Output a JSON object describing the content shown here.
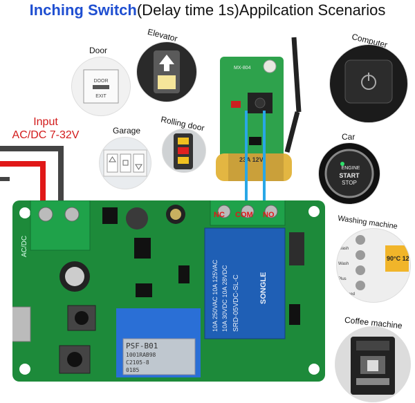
{
  "title": {
    "highlight": "Inching Switch",
    "rest": "(Delay time 1s)Appilcation Scenarios"
  },
  "input": {
    "line1": "Input",
    "line2": "AC/DC 7-32V"
  },
  "scenarios": {
    "door": "Door",
    "elevator": "Elevator",
    "garage": "Garage",
    "rolling_door": "Rolling door",
    "computer": "Computer",
    "car": "Car",
    "washing_machine": "Washing machine",
    "coffee_machine": "Coffee machine"
  },
  "door_plate": {
    "top": "DOOR",
    "bottom": "EXIT"
  },
  "car_button": {
    "l1": "ENGINE",
    "l2": "START",
    "l3": "STOP"
  },
  "remote": {
    "model": "MX-804",
    "battery": "23A 12V"
  },
  "terminals": {
    "nc": "NC",
    "com": "COM",
    "no": "NO"
  },
  "relay": {
    "brand": "SONGLE",
    "l1": "10A 250VAC 10A 125VAC",
    "l2": "10A 30VDC 10A 28VDC",
    "l3": "SRD-05VDC-SL-C"
  },
  "board": {
    "ac_dc": "AC/DC",
    "module": "PSF-B01",
    "module_l2": "1001RAB98",
    "module_l3": "C2105-8",
    "module_l4": "0185"
  },
  "washing_display": "90°C 12",
  "washing_options": [
    "Wash",
    "Wash Plus",
    "Reduced Ironing"
  ],
  "colors": {
    "title_blue": "#1f4fd1",
    "input_red": "#d21a1a",
    "pcb_green": "#1d8a3a",
    "relay_blue": "#1f5fb5"
  }
}
